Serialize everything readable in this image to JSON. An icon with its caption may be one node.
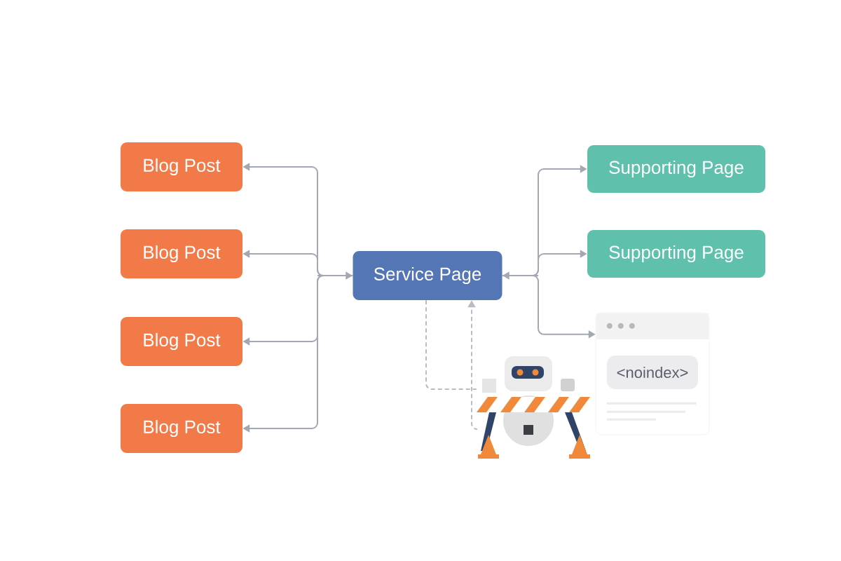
{
  "diagram": {
    "nodes": [
      {
        "text": [
          "Blog Post"
        ]
      },
      {
        "text": [
          "Blog Post"
        ]
      },
      {
        "text": [
          "Blog Post"
        ]
      },
      {
        "text": [
          "Blog Post"
        ]
      },
      {
        "text": [
          "Service Page"
        ]
      },
      {
        "text": [
          "Supporting Page"
        ]
      },
      {
        "text": [
          "Supporting Page"
        ]
      },
      {
        "text": [],
        "shape": "box"
      },
      {
        "text": [
          "<noindex>"
        ],
        "in": 7
      },
      {
        "text": [],
        "shape": "picture"
      }
    ],
    "edges": [
      {
        "from": 4,
        "to": 0,
        "arrow": "both"
      },
      {
        "from": 4,
        "to": 1,
        "arrow": "both"
      },
      {
        "from": 4,
        "to": 2,
        "arrow": "both"
      },
      {
        "from": 4,
        "to": 3,
        "arrow": "both"
      },
      {
        "from": 4,
        "to": 5,
        "arrow": "both"
      },
      {
        "from": 4,
        "to": 6,
        "arrow": "both"
      },
      {
        "from": 4,
        "to": 7,
        "arrow": "both"
      },
      {
        "from": 4,
        "to": 9,
        "arrow": "none",
        "style": "dashed"
      },
      {
        "from": 9,
        "to": 4,
        "arrow": "to",
        "style": "dashed"
      }
    ]
  }
}
